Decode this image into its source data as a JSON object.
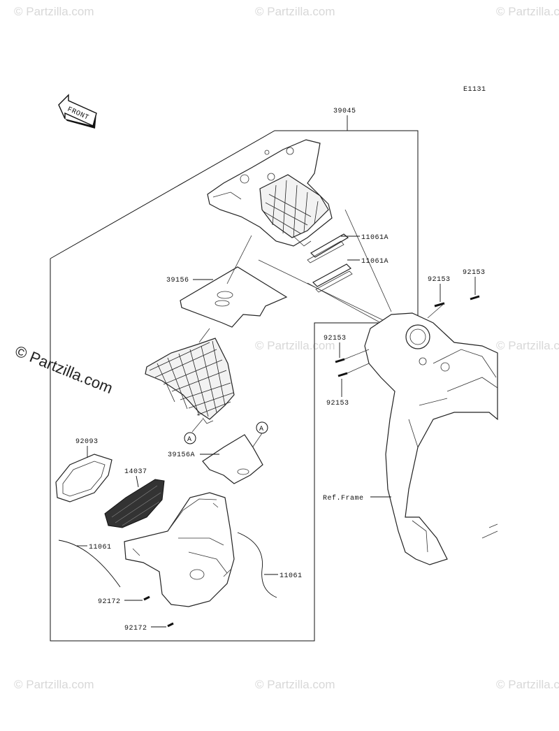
{
  "watermark": {
    "text": "Partzilla.com",
    "symbol": "©",
    "main_text": "© Partzilla.com"
  },
  "diagram": {
    "code": "E1131",
    "front_label": "FRONT",
    "parts": {
      "p39045": "39045",
      "p39156": "39156",
      "p39156A": "39156A",
      "p11061A_top": "11061A",
      "p11061A_bottom": "11061A",
      "p92153_a": "92153",
      "p92153_b": "92153",
      "p92153_c": "92153",
      "p92153_d": "92153",
      "p92093": "92093",
      "p14037": "14037",
      "p11061_left": "11061",
      "p11061_right": "11061",
      "p92172_a": "92172",
      "p92172_b": "92172",
      "ref_frame": "Ref.Frame"
    },
    "markers": {
      "marker_a1": "A",
      "marker_a2": "A"
    }
  }
}
